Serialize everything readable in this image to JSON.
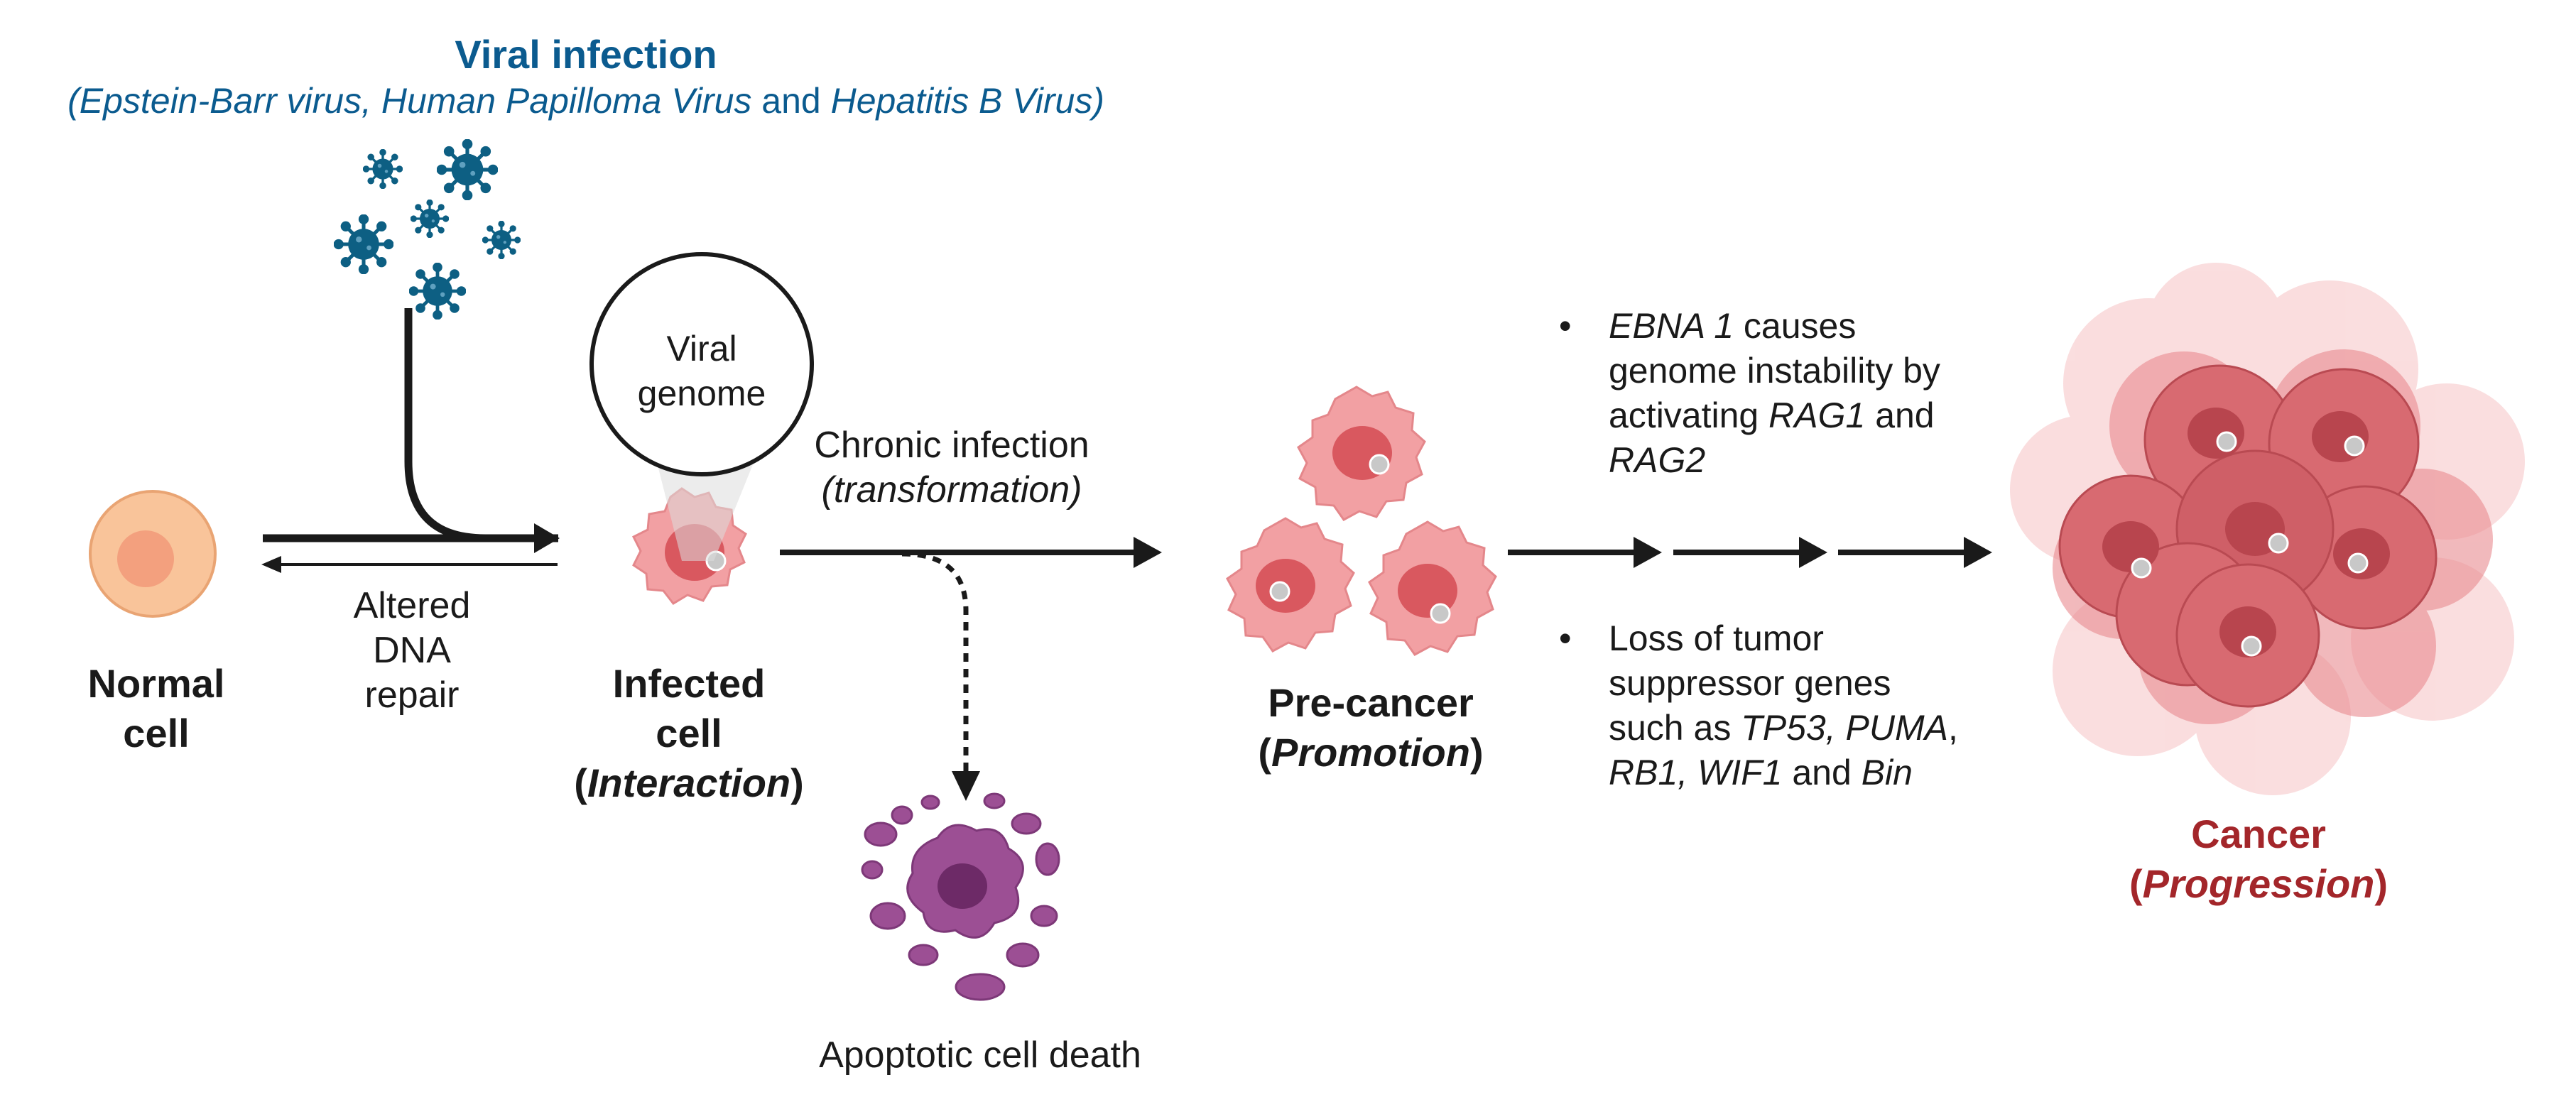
{
  "header": {
    "title": "Viral infection",
    "subtitle": {
      "open": "(",
      "virus1": "Epstein-Barr virus, Human Papilloma Virus",
      "and": " and ",
      "virus2": "Hepatitis B Virus",
      "close": ")"
    }
  },
  "bubble": {
    "line1": "Viral",
    "line2": "genome"
  },
  "labels": {
    "altered": [
      "Altered",
      "DNA",
      "repair"
    ],
    "chronic": {
      "line1": "Chronic infection",
      "line2": "(transformation)"
    },
    "apoptosis": "Apoptotic cell death"
  },
  "stages": {
    "normal": {
      "line1": "Normal",
      "line2": "cell"
    },
    "infected": {
      "line1": "Infected",
      "line2": "cell",
      "open": "(",
      "stage": "Interaction",
      "close": ")"
    },
    "precancer": {
      "line1": "Pre-cancer",
      "open": "(",
      "stage": "Promotion",
      "close": ")"
    },
    "cancer": {
      "line1": "Cancer",
      "open": "(",
      "stage": "Progression",
      "close": ")"
    }
  },
  "bullets": {
    "b1": {
      "t1": "EBNA 1",
      "t2": " causes",
      "t3": "genome instability by",
      "t4": "activating ",
      "t5": "RAG1",
      "t6": " and",
      "t7": "RAG2"
    },
    "b2": {
      "t1": "Loss of tumor",
      "t2": "suppressor genes",
      "t3": "such as ",
      "t4": "TP53, PUMA",
      "t5": ",",
      "t6": "RB1, WIF1",
      "t7": " and ",
      "t8": "Bin"
    },
    "marker": "•"
  },
  "colors": {
    "virus": "#0d5f83",
    "title_blue": "#0b5b8f",
    "cancer_red": "#a3262a",
    "normal_cell": "#f9c49a",
    "normal_nucleus": "#f3a07e",
    "cell_pink": "#f2a0a3",
    "nucleus": "#d9585f",
    "apoptotic": "#9c4f94",
    "arrow": "#1a1a1a"
  }
}
